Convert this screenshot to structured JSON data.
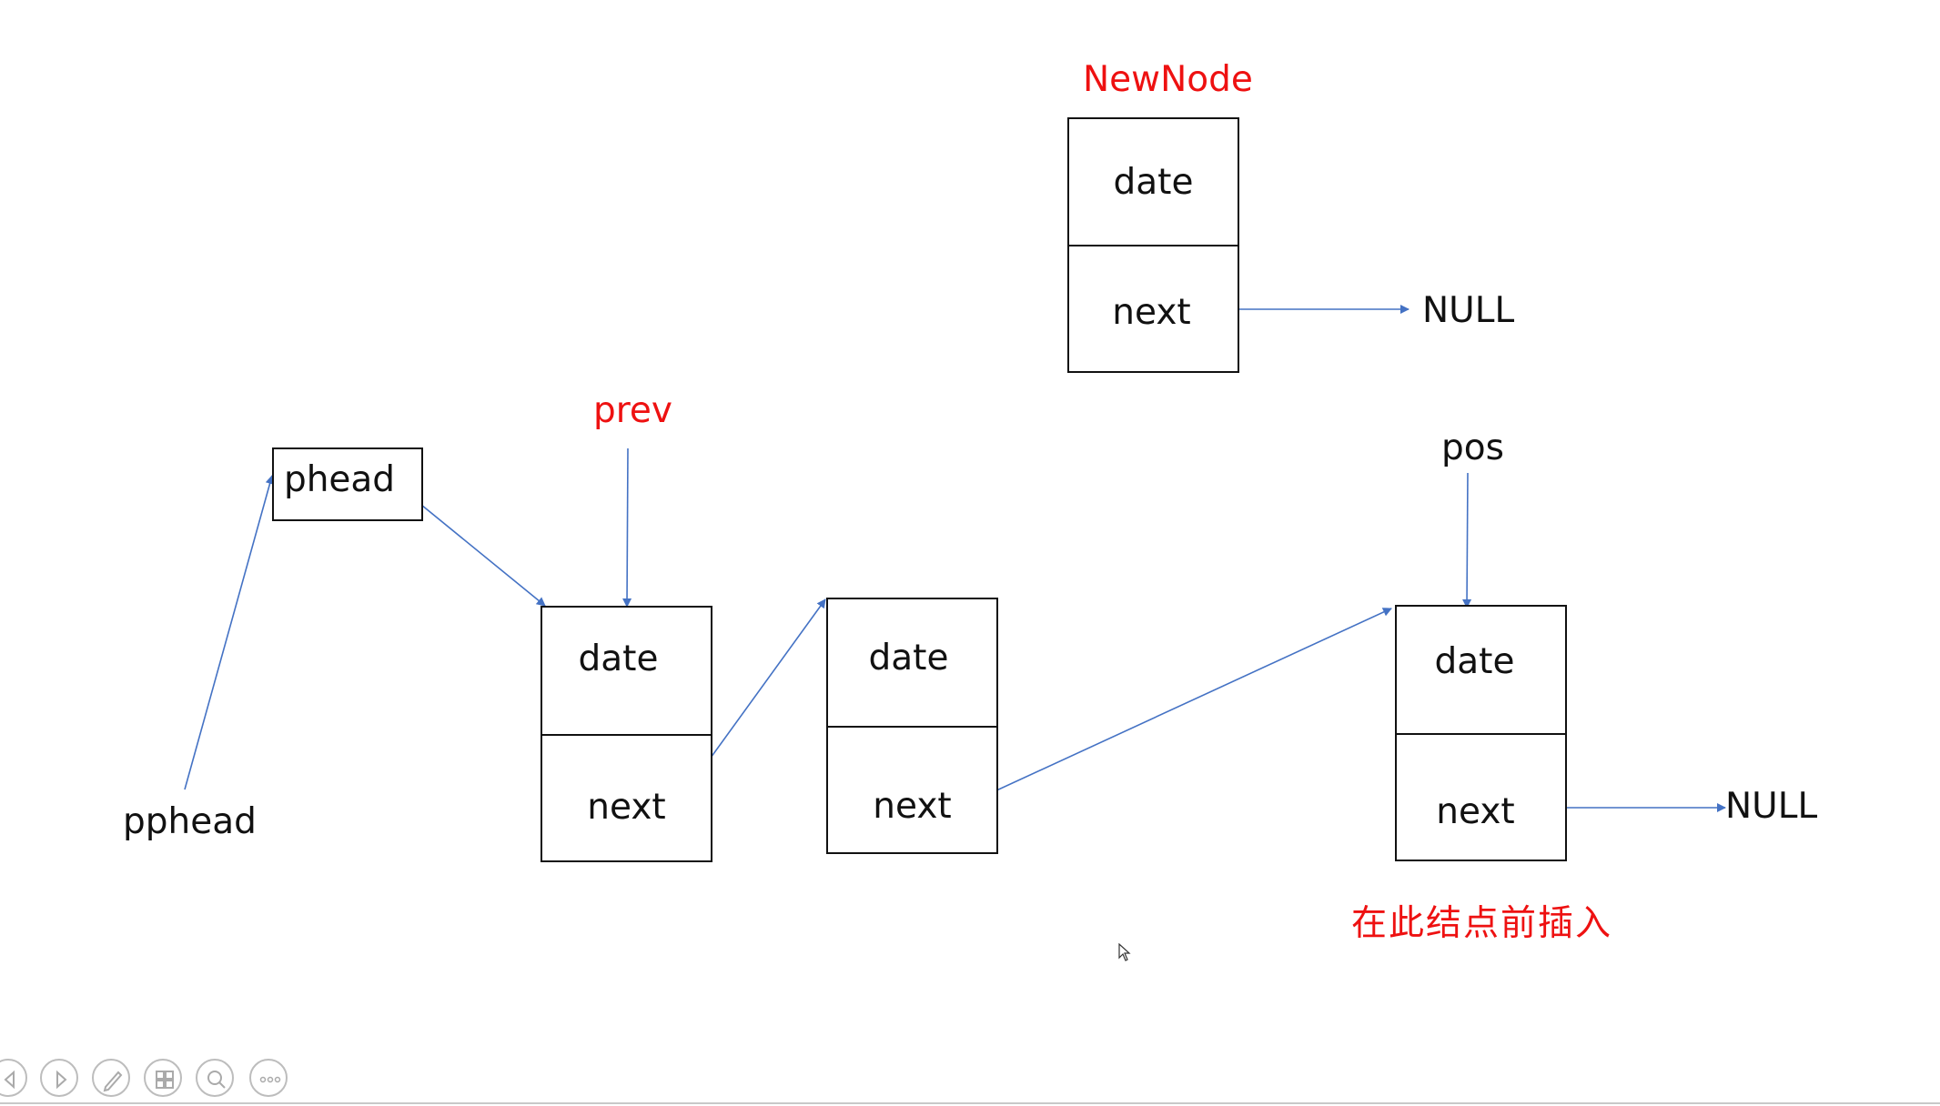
{
  "labels": {
    "new_node": "NewNode",
    "prev": "prev",
    "pos": "pos",
    "phead": "phead",
    "pphead": "pphead",
    "insert_note": "在此结点前插入",
    "null_top": "NULL",
    "null_bottom": "NULL"
  },
  "nodes": [
    {
      "id": "newnode",
      "data": "date",
      "next": "next"
    },
    {
      "id": "node1",
      "data": "date",
      "next": "next"
    },
    {
      "id": "node2",
      "data": "date",
      "next": "next"
    },
    {
      "id": "node-pos",
      "data": "date",
      "next": "next"
    }
  ],
  "colors": {
    "arrow": "#4472c4",
    "highlight": "#ee1111",
    "text": "#111111"
  },
  "toolbar": {
    "icons": [
      "prev-slide-icon",
      "next-slide-icon",
      "pen-icon",
      "slides-grid-icon",
      "zoom-icon",
      "more-icon"
    ]
  }
}
